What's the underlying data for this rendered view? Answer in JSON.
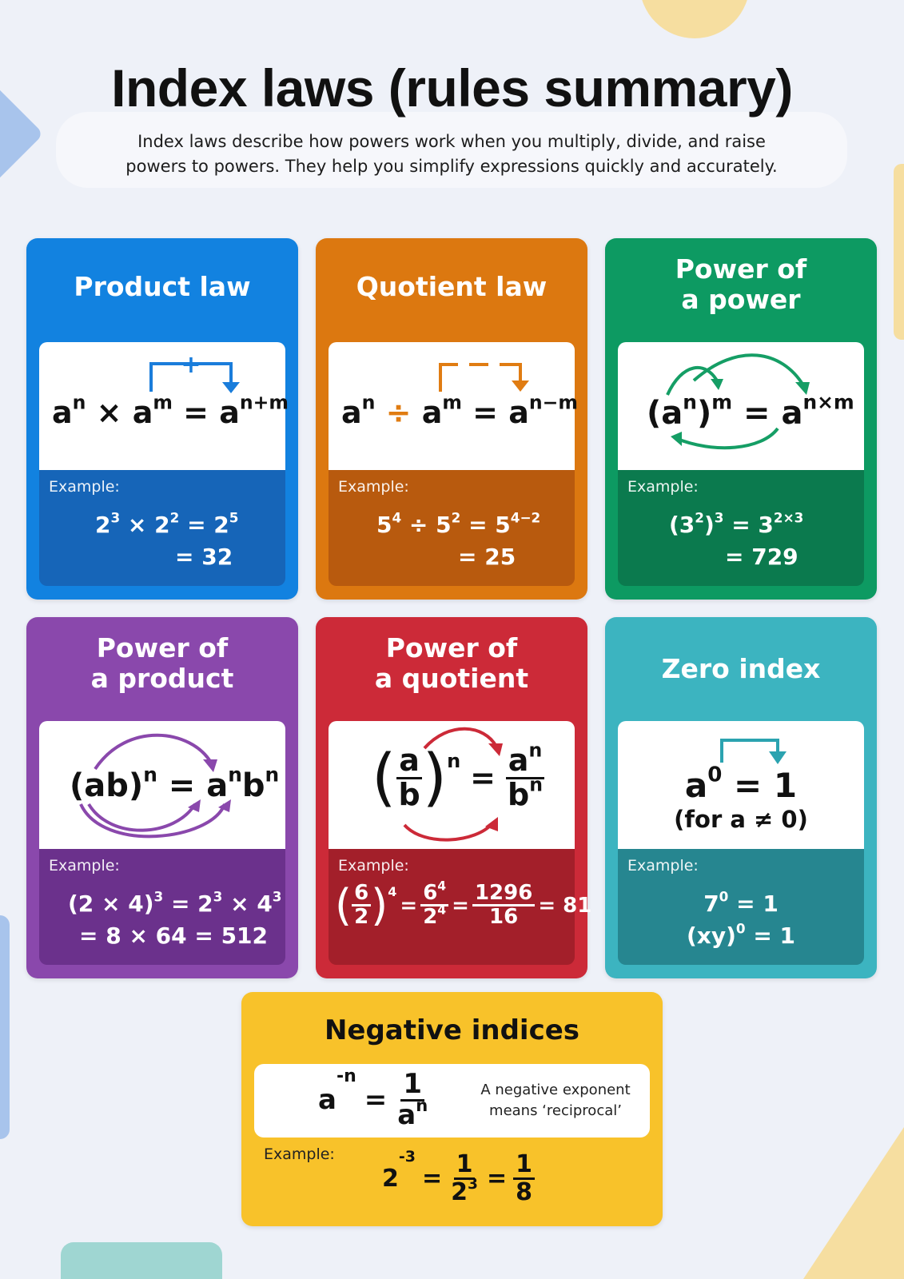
{
  "header": {
    "title": "Index laws (rules summary)",
    "intro_line1": "Index laws describe how powers work when you multiply, divide, and raise",
    "intro_line2": "powers to powers. They help you simplify expressions quickly and accurately."
  },
  "example_label": "Example:",
  "colors": {
    "product": "#1282e0",
    "product_dark": "#1665b8",
    "quotient": "#dc7810",
    "quotient_dark": "#b85a0e",
    "power_power": "#0d9a62",
    "power_power_dark": "#0b7a4e",
    "power_product": "#8a48ac",
    "power_product_dark": "#6b318c",
    "power_quotient": "#cc2a38",
    "power_quotient_dark": "#a31f2a",
    "zero": "#3cb4c0",
    "zero_dark": "#268690",
    "negative": "#f8c22a"
  },
  "cards": {
    "product": {
      "title": "Product law",
      "formula": {
        "base1": "a",
        "exp1": "n",
        "op": "×",
        "base2": "a",
        "exp2": "m",
        "eq": "=",
        "base3": "a",
        "exp3": "n+m",
        "arrow_symbol": "+"
      },
      "example": {
        "l1_base1": "2",
        "l1_exp1": "3",
        "l1_op": "×",
        "l1_base2": "2",
        "l1_exp2": "2",
        "l1_eq": "=",
        "l1_base3": "2",
        "l1_exp3": "5",
        "line2": "= 32"
      }
    },
    "quotient": {
      "title": "Quotient law",
      "formula": {
        "base1": "a",
        "exp1": "n",
        "op": "÷",
        "base2": "a",
        "exp2": "m",
        "eq": "=",
        "base3": "a",
        "exp3": "n−m"
      },
      "example": {
        "l1_base1": "5",
        "l1_exp1": "4",
        "l1_op": "÷",
        "l1_base2": "5",
        "l1_exp2": "2",
        "l1_eq": "=",
        "l1_base3": "5",
        "l1_exp3": "4−2",
        "line2": "= 25"
      }
    },
    "power_of_power": {
      "title_line1": "Power of",
      "title_line2": "a power",
      "formula": {
        "open": "(a",
        "inner_exp": "n",
        "close": ")",
        "outer_exp": "m",
        "eq": "=",
        "base": "a",
        "exp": "n×m"
      },
      "example": {
        "l1_open": "(3",
        "l1_inner": "2",
        "l1_close": ")",
        "l1_outer": "3",
        "l1_eq": "=",
        "l1_base": "3",
        "l1_exp": "2×3",
        "line2": "= 729"
      }
    },
    "power_of_product": {
      "title_line1": "Power of",
      "title_line2": "a product",
      "formula": {
        "lhs": "(ab)",
        "lhs_exp": "n",
        "eq": "=",
        "a": "a",
        "a_exp": "n",
        "b": "b",
        "b_exp": "n"
      },
      "example": {
        "l1_lhs": "(2 × 4)",
        "l1_lhs_exp": "3",
        "l1_eq": "=",
        "l1_t1": "2",
        "l1_t1_exp": "3",
        "l1_op": "×",
        "l1_t2": "4",
        "l1_t2_exp": "3",
        "line2": "= 8 × 64 = 512"
      }
    },
    "power_of_quotient": {
      "title_line1": "Power of",
      "title_line2": "a quotient",
      "formula": {
        "lparen": "(",
        "num": "a",
        "den": "b",
        "rparen": ")",
        "exp": "n",
        "eq": "=",
        "rnum": "a",
        "rnum_exp": "n",
        "rden": "b",
        "rden_exp": "n"
      },
      "example": {
        "lparen": "(",
        "num": "6",
        "den": "2",
        "rparen": ")",
        "exp": "4",
        "eq1": "=",
        "f2_num": "6",
        "f2_num_exp": "4",
        "f2_den": "2",
        "f2_den_exp": "4",
        "eq2": "=",
        "f3_num": "1296",
        "f3_den": "16",
        "eq3": "= 81"
      }
    },
    "zero_index": {
      "title": "Zero index",
      "formula": {
        "base": "a",
        "exp": "0",
        "rest": "= 1",
        "condition": "(for a ≠ 0)"
      },
      "example": {
        "l1_base": "7",
        "l1_exp": "0",
        "l1_rest": "= 1",
        "l2_base": "(xy)",
        "l2_exp": "0",
        "l2_rest": "= 1"
      }
    },
    "negative": {
      "title": "Negative indices",
      "formula": {
        "base": "a",
        "exp": "-n",
        "eq": "=",
        "num": "1",
        "den_base": "a",
        "den_exp": "n"
      },
      "note_line1": "A negative exponent",
      "note_line2": "means ‘reciprocal’",
      "example": {
        "base": "2",
        "exp": "-3",
        "eq1": "=",
        "f1_num": "1",
        "f1_den_base": "2",
        "f1_den_exp": "3",
        "eq2": "=",
        "f2_num": "1",
        "f2_den": "8"
      }
    }
  }
}
